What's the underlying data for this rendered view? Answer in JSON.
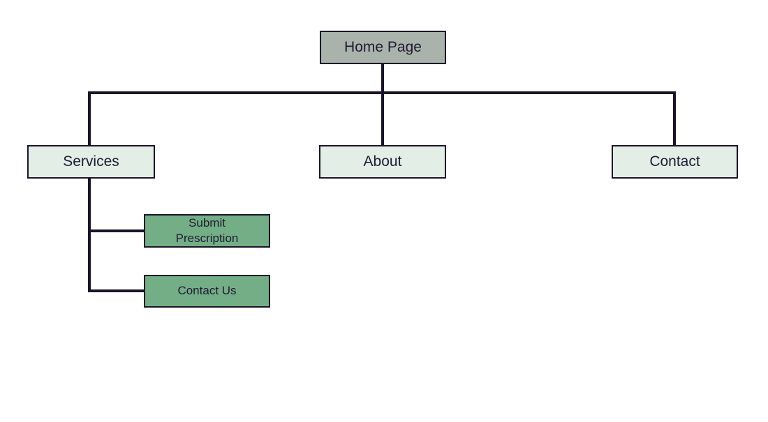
{
  "diagram": {
    "type": "sitemap-tree",
    "colors": {
      "root_fill": "#a9b2ab",
      "level2_fill": "#e3efe6",
      "level3_fill": "#74ae86",
      "line": "#1b1429",
      "text": "#201a31",
      "background": "#ffffff"
    },
    "nodes": {
      "home": {
        "label": "Home Page",
        "level": 1
      },
      "services": {
        "label": "Services",
        "level": 2,
        "parent": "home"
      },
      "about": {
        "label": "About",
        "level": 2,
        "parent": "home"
      },
      "contact": {
        "label": "Contact",
        "level": 2,
        "parent": "home"
      },
      "submit_prescription": {
        "label": "Submit Prescription",
        "level": 3,
        "parent": "services"
      },
      "contact_us": {
        "label": "Contact Us",
        "level": 3,
        "parent": "services"
      }
    },
    "edges": [
      [
        "home",
        "services"
      ],
      [
        "home",
        "about"
      ],
      [
        "home",
        "contact"
      ],
      [
        "services",
        "submit_prescription"
      ],
      [
        "services",
        "contact_us"
      ]
    ]
  }
}
